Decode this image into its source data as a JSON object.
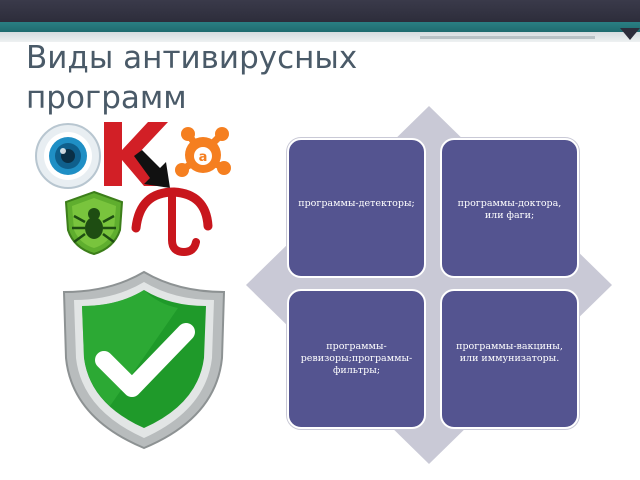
{
  "slide": {
    "title": "Виды антивирусных программ"
  },
  "icons": [
    "eye-antivirus-icon",
    "kaspersky-k-icon",
    "avast-icon",
    "dr-web-spider-shield-icon",
    "avira-umbrella-icon",
    "arrow-icon",
    "green-checkmark-shield-icon"
  ],
  "cards": [
    {
      "label": "программы-детекторы;"
    },
    {
      "label": "программы-доктора, или фаги;"
    },
    {
      "label": "программы-ревизоры;программы-фильтры;"
    },
    {
      "label": "программы-вакцины, или иммунизаторы."
    }
  ],
  "colors": {
    "card_fill": "#545490",
    "diamond_fill": "#c9c9d6",
    "title_text": "#4a5a68",
    "header_dark": "#2d2d3b",
    "header_teal": "#1f6b6f"
  }
}
